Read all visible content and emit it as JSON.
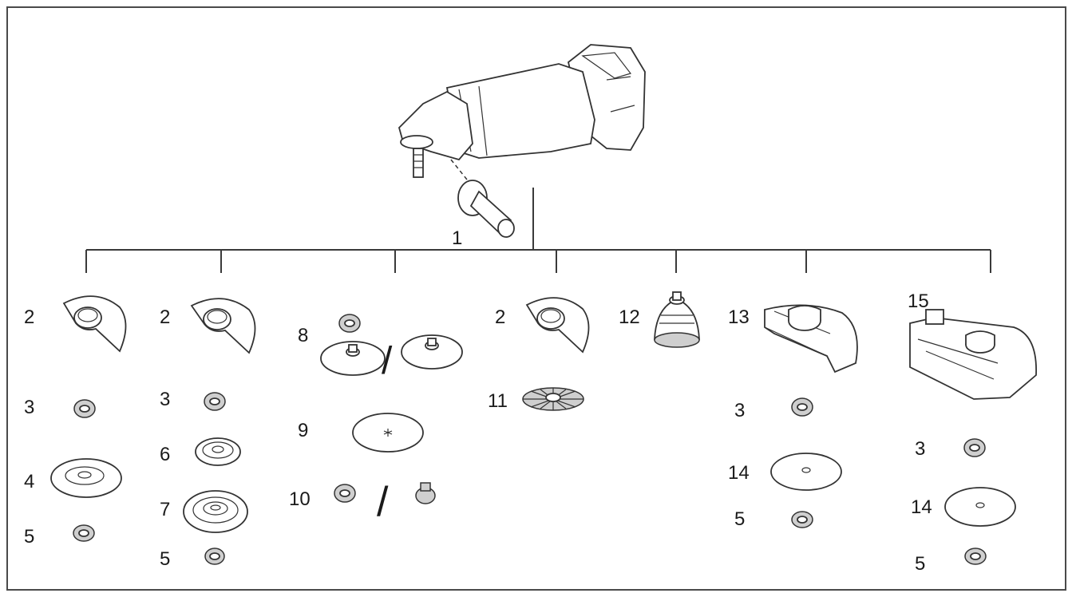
{
  "diagram": {
    "labels": {
      "l1": "1",
      "l2a": "2",
      "l3a": "3",
      "l4a": "4",
      "l5a": "5",
      "l2b": "2",
      "l3b": "3",
      "l6b": "6",
      "l7b": "7",
      "l5b": "5",
      "l8c": "8",
      "l9c": "9",
      "l10c": "10",
      "l2d": "2",
      "l11d": "11",
      "l12e": "12",
      "l13f": "13",
      "l3f": "3",
      "l14f": "14",
      "l5f": "5",
      "l15g": "15",
      "l3g": "3",
      "l14g": "14",
      "l5g": "5"
    },
    "separators": {
      "s8": "/",
      "s10": "/"
    }
  }
}
